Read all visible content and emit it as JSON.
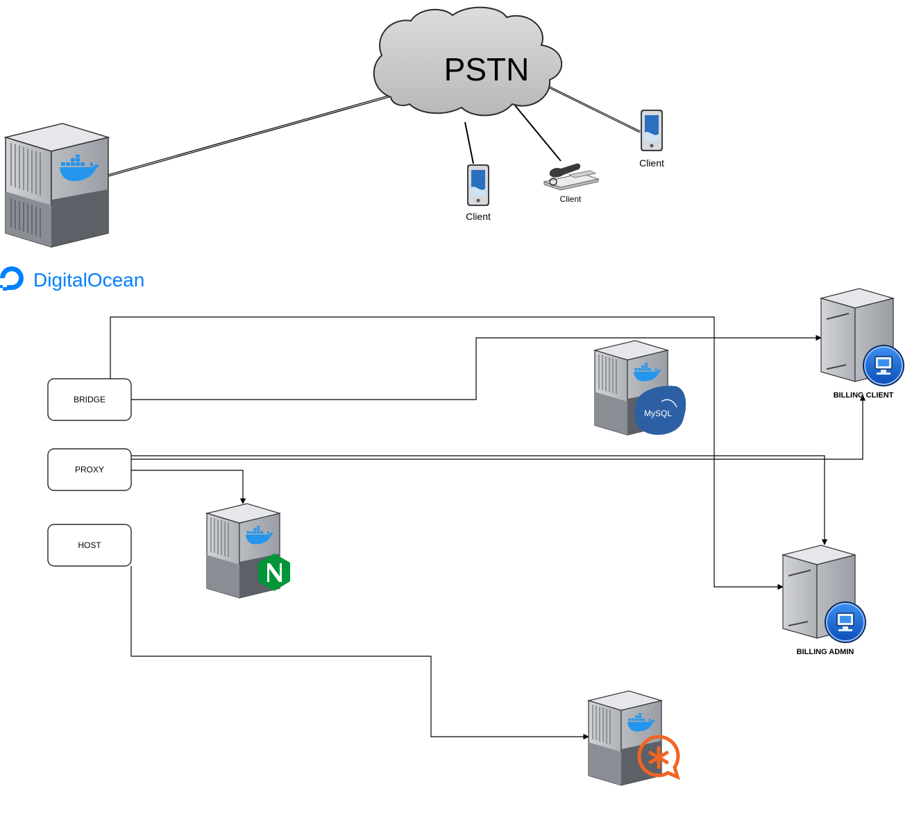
{
  "cloud": {
    "label": "PSTN"
  },
  "brand": {
    "name": "DigitalOcean",
    "color": "#0080FF"
  },
  "devices": [
    {
      "id": "mobile-1",
      "icon": "smartphone-icon",
      "label": "Client"
    },
    {
      "id": "desk-phone",
      "icon": "desk-phone-icon",
      "label": "Client"
    },
    {
      "id": "mobile-2",
      "icon": "smartphone-icon",
      "label": "Client"
    }
  ],
  "networks": [
    {
      "id": "bridge",
      "label": "BRIDGE"
    },
    {
      "id": "proxy",
      "label": "PROXY"
    },
    {
      "id": "host",
      "label": "HOST"
    }
  ],
  "servers": [
    {
      "id": "droplet",
      "icon": "docker-icon",
      "label": ""
    },
    {
      "id": "mysql",
      "icon": "mysql-icon",
      "label": "MySQL"
    },
    {
      "id": "nginx",
      "icon": "nginx-icon",
      "label": ""
    },
    {
      "id": "asterisk",
      "icon": "asterisk-icon",
      "label": ""
    },
    {
      "id": "billing-client",
      "icon": "monitor-badge-icon",
      "label": "BILLING CLIENT"
    },
    {
      "id": "billing-admin",
      "icon": "monitor-badge-icon",
      "label": "BILLING ADMIN"
    }
  ],
  "colors": {
    "docker": "#2496ED",
    "mysql": "#2D5FA5",
    "nginx": "#009639",
    "asterisk": "#F26522",
    "badge": "#1A5FC8"
  }
}
